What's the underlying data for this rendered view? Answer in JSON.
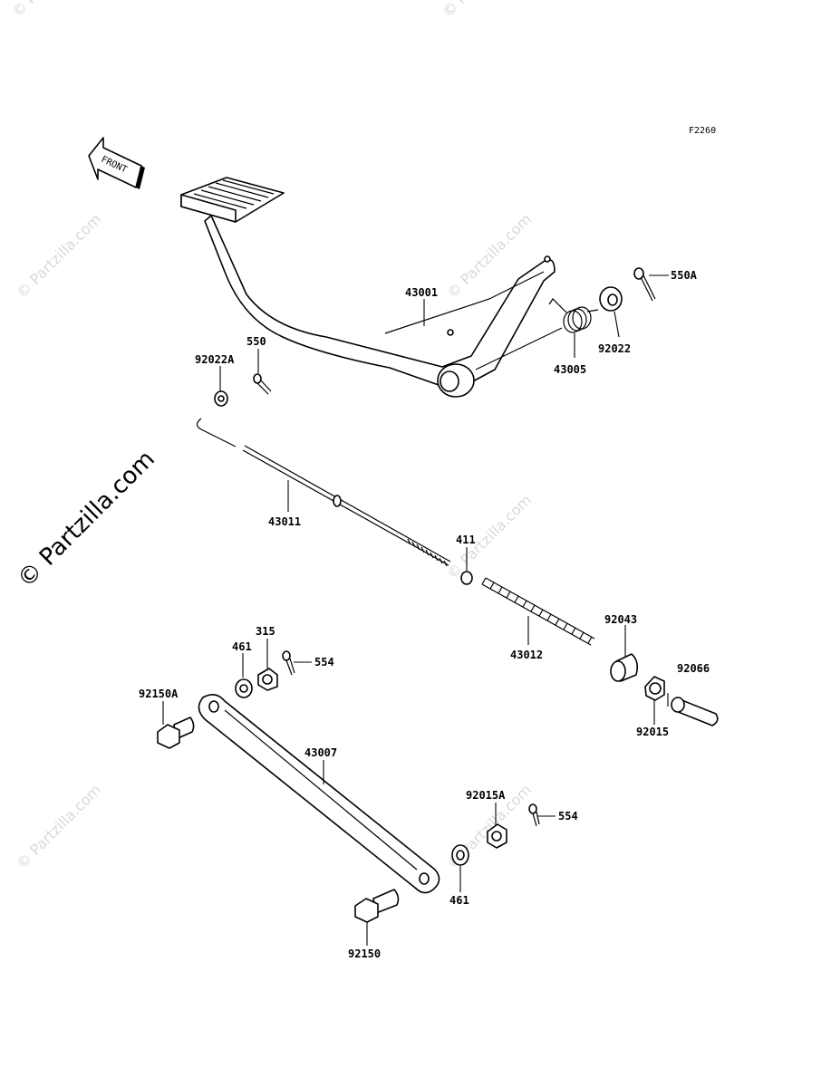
{
  "figure_code": "F2260",
  "front_arrow_label": "FRONT",
  "watermark": {
    "brand": "© Partzilla.com",
    "faint": "© Partzilla.com"
  },
  "callouts": {
    "p43001": "43001",
    "p550A": "550A",
    "p92022": "92022",
    "p43005": "43005",
    "p550": "550",
    "p92022A": "92022A",
    "p43011": "43011",
    "p411": "411",
    "p43012": "43012",
    "p92043": "92043",
    "p92066": "92066",
    "p92015": "92015",
    "p315": "315",
    "p461_top": "461",
    "p554_top": "554",
    "p92150A": "92150A",
    "p43007": "43007",
    "p92015A": "92015A",
    "p554_bot": "554",
    "p461_bot": "461",
    "p92150": "92150"
  }
}
